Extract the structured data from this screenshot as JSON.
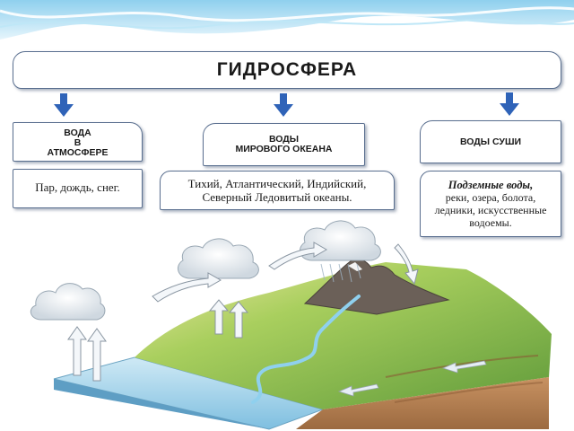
{
  "title": "ГИДРОСФЕРА",
  "categories": [
    {
      "lines": [
        "ВОДА",
        "В",
        "АТМОСФЕРЕ"
      ]
    },
    {
      "lines": [
        "ВОДЫ",
        "МИРОВОГО ОКЕАНА"
      ]
    },
    {
      "lines": [
        "ВОДЫ СУШИ"
      ]
    }
  ],
  "descriptions": [
    {
      "lines": [
        "Пар, дождь, снег."
      ]
    },
    {
      "lines": [
        "Тихий, Атлантический, Индийский,",
        "Северный Ледовитый океаны."
      ]
    },
    {
      "heading": "Подземные воды,",
      "lines": [
        "реки, озера, болота,",
        "ледники, искусственные",
        "водоемы."
      ]
    }
  ],
  "colors": {
    "accent_arrow": "#2f63b8",
    "box_border": "#5a6f8f",
    "wave_light": "#bfe3f5",
    "wave_dark": "#6fc1e6",
    "ocean": "#9ccfe6",
    "land_green": "#7fb84a",
    "soil": "#b07a4e",
    "mountain": "#6b6058",
    "cloud": "#e9eef3"
  },
  "icons": [
    "down-arrow-icon",
    "cloud-icon",
    "evaporation-arrow-icon",
    "rain-icon",
    "river-icon",
    "mountain-icon",
    "groundwater-arrow-icon"
  ]
}
